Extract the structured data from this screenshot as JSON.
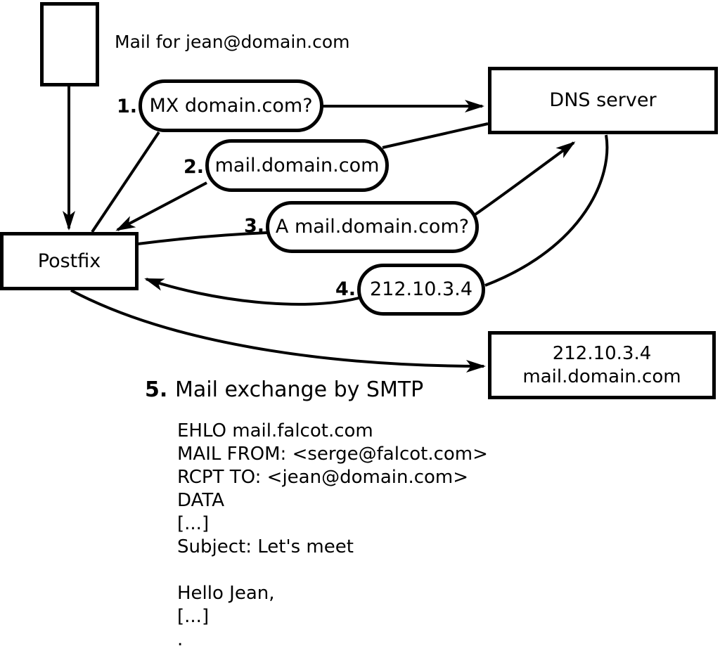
{
  "diagram": {
    "title_note": "Mail for jean@domain.com",
    "nodes": {
      "postfix": {
        "label": "Postfix"
      },
      "dns_server": {
        "label": "DNS server"
      },
      "mail_server": {
        "line1": "212.10.3.4",
        "line2": "mail.domain.com"
      }
    },
    "steps": [
      {
        "num": "1.",
        "label": "MX domain.com?"
      },
      {
        "num": "2.",
        "label": "mail.domain.com"
      },
      {
        "num": "3.",
        "label": "A mail.domain.com?"
      },
      {
        "num": "4.",
        "label": "212.10.3.4"
      },
      {
        "num": "5.",
        "label": "Mail exchange by SMTP"
      }
    ],
    "smtp_session": {
      "lines": [
        "EHLO mail.falcot.com",
        "MAIL FROM: <serge@falcot.com>",
        "RCPT TO: <jean@domain.com>",
        "DATA",
        "[...]",
        "Subject: Let's meet",
        "",
        "Hello Jean,",
        "[...]",
        "."
      ]
    },
    "colors": {
      "stroke": "#000000",
      "background": "#ffffff"
    }
  }
}
